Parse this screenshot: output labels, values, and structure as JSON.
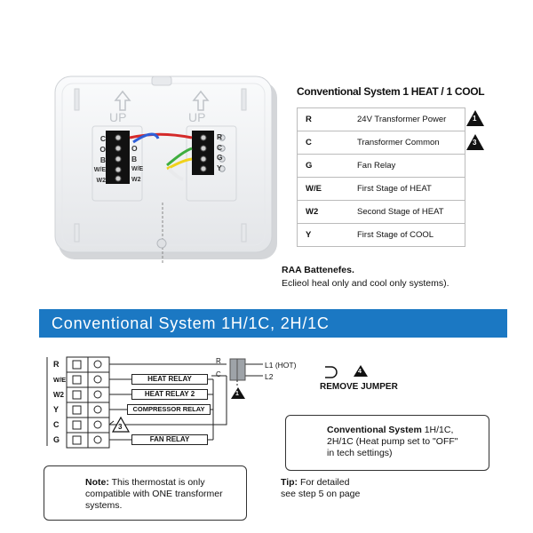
{
  "top_section": {
    "title": "Conventional System 1 HEAT  / 1 COOL",
    "rows": [
      {
        "code": "R",
        "function": "24V Transformer Power",
        "badge": "1"
      },
      {
        "code": "C",
        "function": "Transformer Common",
        "badge": "3"
      },
      {
        "code": "G",
        "function": "Fan Relay"
      },
      {
        "code": "W/E",
        "function": "First Stage of HEAT"
      },
      {
        "code": "W2",
        "function": "Second Stage of HEAT"
      },
      {
        "code": "Y",
        "function": "First Stage of COOL"
      }
    ],
    "battery_title": "RAA Battenefes.",
    "battery_note": "Eclieol heal only and cool only systems)."
  },
  "device": {
    "up_label_left": "UP",
    "up_label_right": "UP",
    "left_terminals": [
      "C",
      "O",
      "B",
      "W/E",
      "W2"
    ],
    "left_terminals_right": [
      "O",
      "B",
      "W/E",
      "W2"
    ],
    "right_terminals": [
      "R",
      "C",
      "G",
      "Y"
    ],
    "colors": {
      "red": "#d42a2a",
      "blue": "#2f5fd8",
      "yellow": "#f0d21c",
      "green": "#3fae3f",
      "body": "#f4f5f7",
      "block": "#111111"
    }
  },
  "banner": {
    "text": "Conventional System 1H/1C, 2H/1C",
    "color": "#1b78c3"
  },
  "schematic": {
    "terminals": [
      "R",
      "W/E",
      "W2",
      "Y",
      "C",
      "G"
    ],
    "relays": [
      "HEAT RELAY",
      "HEAT RELAY  2",
      "COMPRESSOR RELAY",
      "FAN RELAY"
    ],
    "wire_r": "R",
    "wire_c": "C",
    "l1": "L1 (HOT)",
    "l2": "L2",
    "badge_transformer": "1",
    "badge_c": "3",
    "badge_jumper": "4",
    "remove_jumper": "REMOVE JUMPER"
  },
  "conventional_callout": {
    "bold": "Conventional System",
    "line1_rest": " 1H/1C,",
    "line2": "2H/1C (Heat pump set to \"OFF\"",
    "line3": "in tech settings)"
  },
  "note_callout": {
    "bold": "Note:",
    "line1_rest": " This thermostat is only",
    "line2": "compatible with ONE transformer",
    "line3": "systems."
  },
  "tip": {
    "bold": "Tip:",
    "line1_rest": " For detailed",
    "line2": "see step 5 on page"
  }
}
